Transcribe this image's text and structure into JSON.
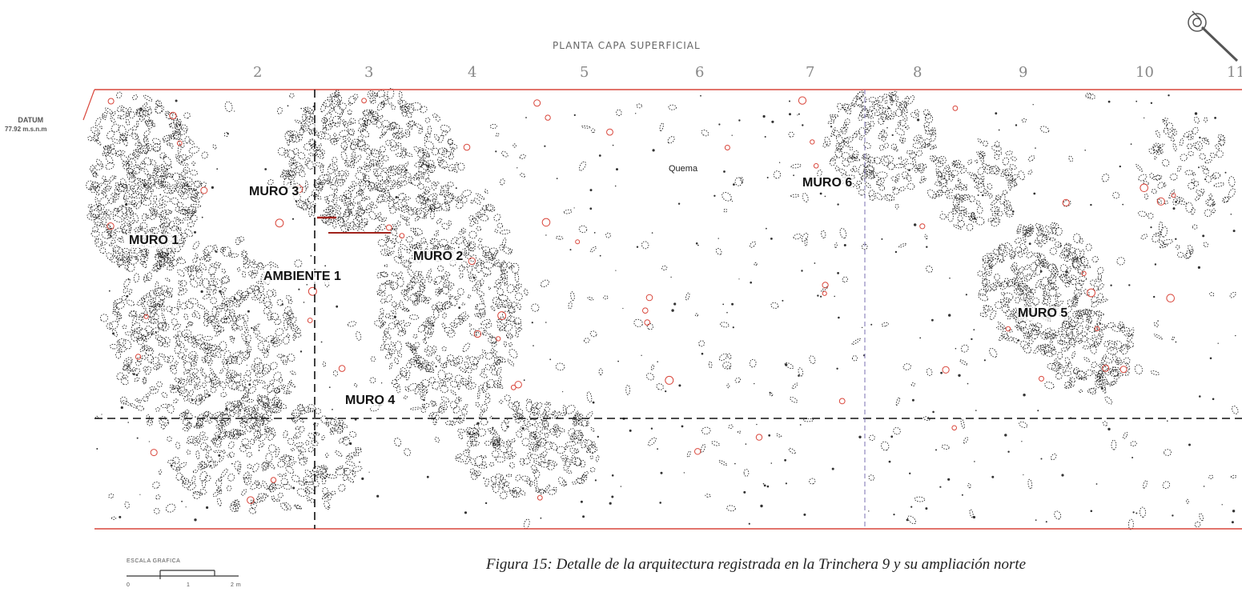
{
  "plan": {
    "title": "PLANTA CAPA SUPERFICIAL",
    "column_numbers": [
      "2",
      "3",
      "4",
      "5",
      "6",
      "7",
      "8",
      "9",
      "10",
      "11"
    ],
    "datum_label": "DATUM",
    "datum_value": "77.92 m.s.n.m",
    "labels": {
      "muro1": "MURO 1",
      "muro2": "MURO 2",
      "muro3": "MURO 3",
      "muro4": "MURO 4",
      "muro5": "MURO 5",
      "muro6": "MURO 6",
      "ambiente1": "AMBIENTE 1",
      "quema": "Quema"
    },
    "colors": {
      "frame": "#d9463b",
      "stones": "#222222",
      "red_marks": "#d9463b",
      "grid": "#111111"
    }
  },
  "scale_bar": {
    "title": "ESCALA GRAFICA",
    "tick_start": "0",
    "tick_mid": "1",
    "tick_end": "2 m"
  },
  "caption": "Figura 15: Detalle de la arquitectura registrada en la Trinchera 9 y su ampliación norte"
}
